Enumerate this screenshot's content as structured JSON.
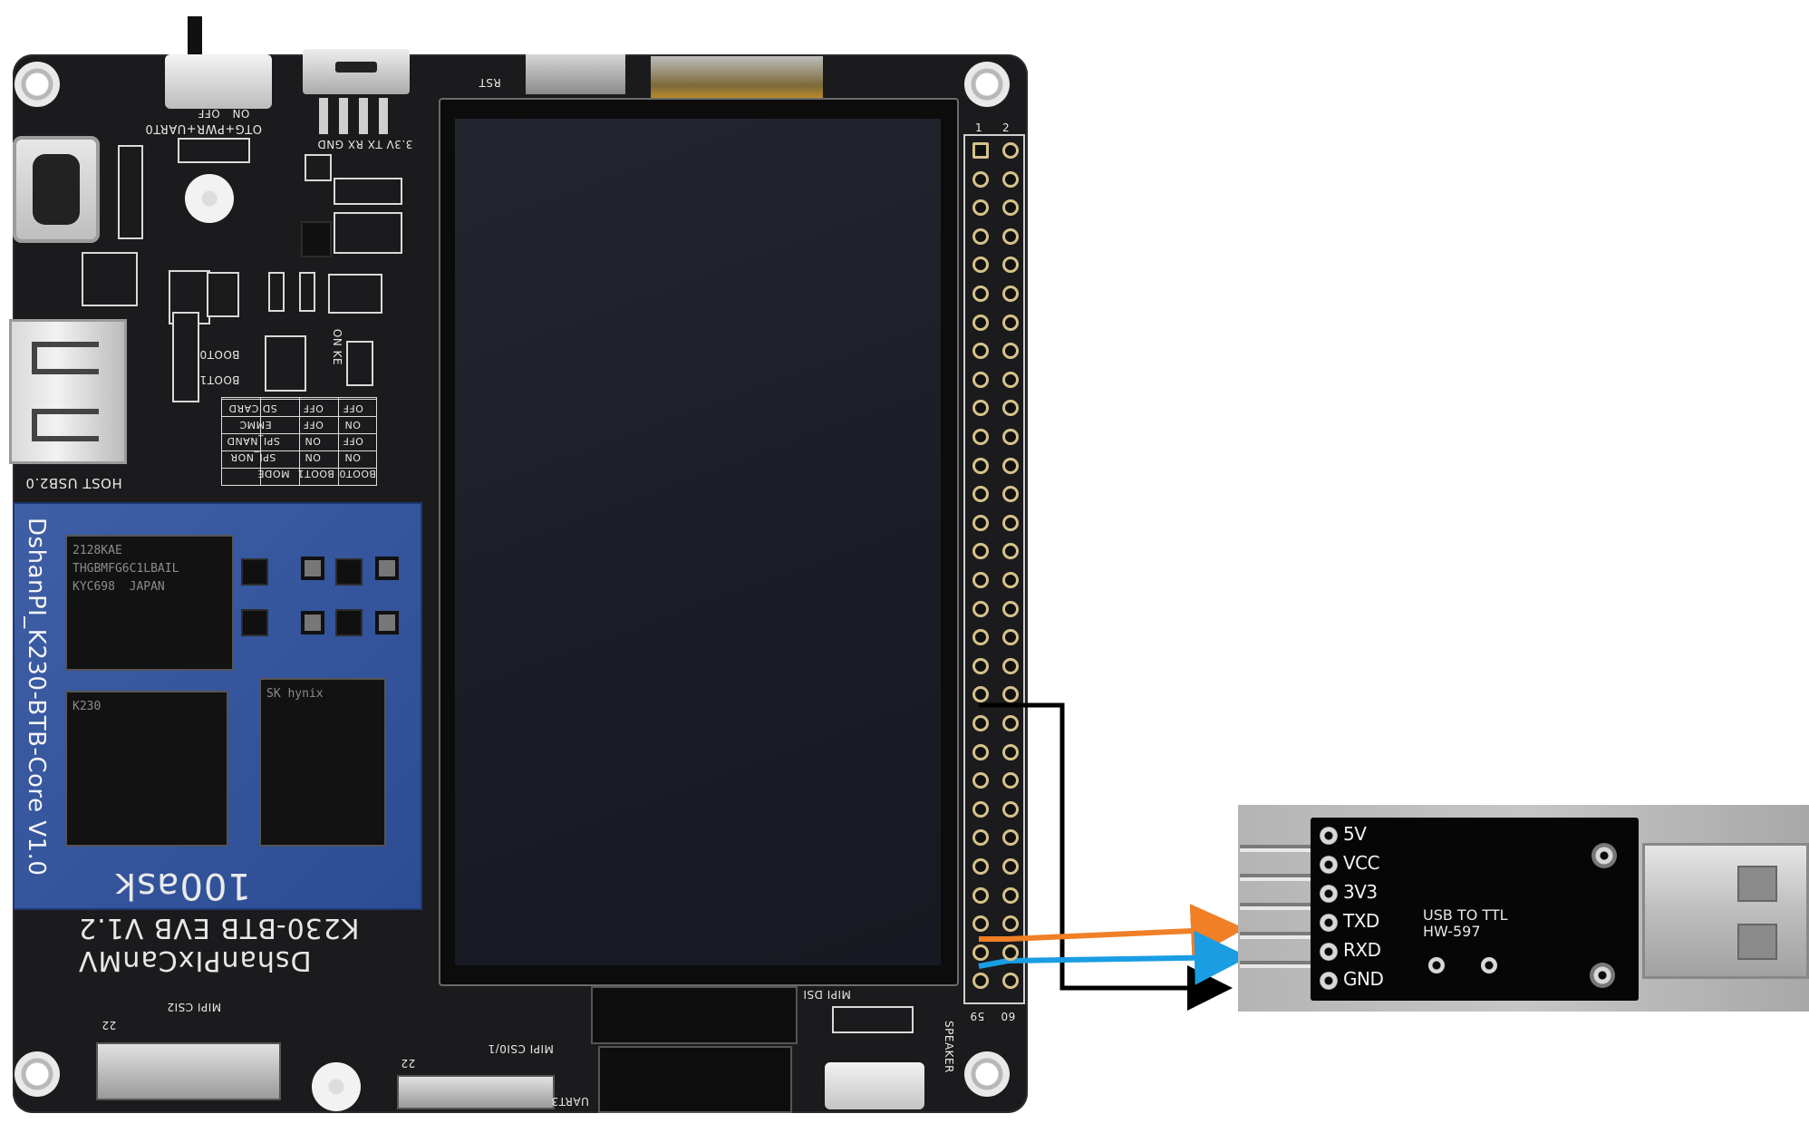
{
  "board": {
    "switch_label": "OTG+PWR+UART0",
    "switch_off": "OFF",
    "switch_on": "ON",
    "uart_pins": "3.3V TX RX GND",
    "rst_label": "RST",
    "host_label": "HOST USB2.0",
    "boot0_label": "BOOT0",
    "boot1_label": "BOOT1",
    "dip_on_label": "ON KE",
    "boot_table": {
      "header": [
        "BOOT0",
        "BOOT1",
        "MODE"
      ],
      "rows": [
        [
          "ON",
          "ON",
          "SPI_NOR"
        ],
        [
          "OFF",
          "ON",
          "SPI_NAND"
        ],
        [
          "ON",
          "OFF",
          "EMMC"
        ],
        [
          "OFF",
          "OFF",
          "SD CARD"
        ]
      ]
    },
    "core_module_label": "DshanPI_K230-BTB-Core V1.0",
    "emmc_chip_text": "2128KAE\nTHGBMFG6C1LBAIL\nKYC698  JAPAN",
    "soc_chip_text": "K230",
    "ram_chip_text": "SK hynix",
    "brand_logo": "100ask",
    "evb_label": "K230-BTB EVB V1.2",
    "product_label": "DshanPIxCanMV",
    "csi2_label": "MIPI CSI2",
    "csi1_label": "MIPI CSI0/1",
    "dsi_label": "MIPI DSI",
    "uart3_label": "UART3",
    "speaker_label": "SPEAKER",
    "pin_22_label": "22",
    "header_pin_1": "1",
    "header_pin_2": "2",
    "header_pin_59": "59",
    "header_pin_60": "60"
  },
  "ttl_module": {
    "pins": [
      "5V",
      "VCC",
      "3V3",
      "TXD",
      "RXD",
      "GND"
    ],
    "title": "USB TO TTL",
    "model": "HW-597"
  },
  "wires": [
    {
      "color": "#000000",
      "from": "header-pin",
      "to": "GND"
    },
    {
      "color": "#f07f26",
      "from": "header-pin",
      "to": "TXD"
    },
    {
      "color": "#1a9de3",
      "from": "header-pin",
      "to": "RXD"
    }
  ]
}
